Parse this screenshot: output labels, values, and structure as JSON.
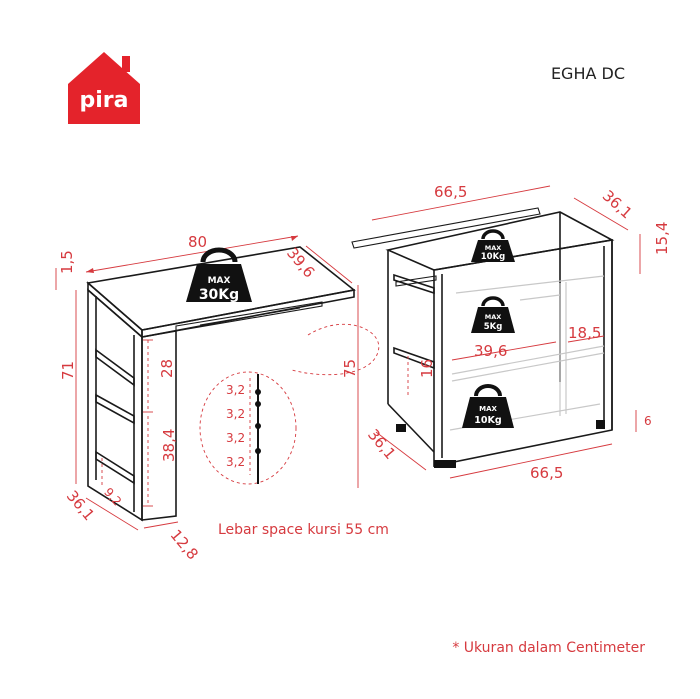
{
  "brand": {
    "logo_text": "pira",
    "logo_color": "#e4232b"
  },
  "product_code": "EGHA DC",
  "colors": {
    "dimension": "#d63a3f",
    "outline": "#1a1a1a"
  },
  "desk": {
    "width": "80",
    "top_thickness": "1,5",
    "depth": "39,6",
    "height": "71",
    "shelf_height_top": "28",
    "shelf_height_bottom": "38,4",
    "base_height": "9,2",
    "side_depth": "36,1",
    "side_width": "12,8",
    "load": {
      "max": "MAX",
      "value": "30Kg"
    }
  },
  "cabinet": {
    "width_top": "66,5",
    "depth_top": "36,1",
    "height_top": "15,4",
    "inner_width": "39,6",
    "compartment_width": "18,5",
    "gap": "16",
    "total_height": "75",
    "depth_bottom": "36,1",
    "width_bottom": "66,5",
    "base_height": "6",
    "load_top": {
      "max": "MAX",
      "value": "10Kg"
    },
    "load_middle": {
      "max": "MAX",
      "value": "5Kg"
    },
    "load_bottom": {
      "max": "MAX",
      "value": "10Kg"
    }
  },
  "hole_spacing": [
    "3,2",
    "3,2",
    "3,2",
    "3,2"
  ],
  "chair_space_note": "Lebar space kursi 55 cm",
  "footnote": "* Ukuran dalam Centimeter"
}
